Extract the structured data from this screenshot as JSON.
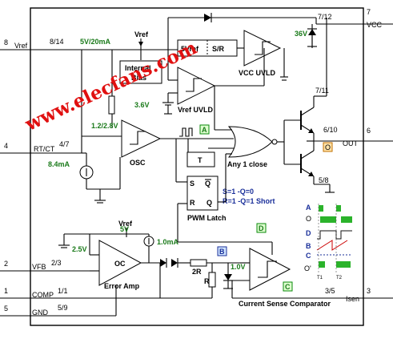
{
  "watermark": "www.elecfans.com",
  "pins": {
    "vref": {
      "num": "8",
      "name": "Vref",
      "alt": "8/14"
    },
    "rtct": {
      "num": "4",
      "name": "RT/CT",
      "alt": "4/7"
    },
    "vfb": {
      "num": "2",
      "name": "VFB",
      "alt": "2/3"
    },
    "comp": {
      "num": "1",
      "name": "COMP",
      "alt": "1/1"
    },
    "gnd": {
      "num": "5",
      "name": "GND",
      "alt": "5/9"
    },
    "vcc": {
      "num": "7",
      "name": "VCC",
      "alt": "7/12"
    },
    "out": {
      "num": "6",
      "name": "OUT",
      "alt": "6/10"
    },
    "isen": {
      "num": "3",
      "name": "Isen",
      "alt": "3/5"
    }
  },
  "labels": {
    "ref_out": "5V/20mA",
    "vref_tap1": "Vref",
    "vref_tap2": "Vref",
    "ref_block": "5Vref",
    "sr_block": "S/R",
    "internal_bias_1": "Internal",
    "internal_bias_2": "Bias",
    "vcc_uvlo": "VCC UVLD",
    "vref_uvlo": "Vref UVLD",
    "zener": "36V",
    "v36": "3.6V",
    "osc_thresh": "1.2/2.8V",
    "osc": "OSC",
    "current_84": "8.4mA",
    "any_close": "Any 1 close",
    "t_block": "T",
    "latch_s": "S",
    "latch_q1": "Q",
    "latch_r": "R",
    "latch_q2": "Q",
    "latch_eq1": "S=1 -Q=0",
    "latch_eq2": "R=1 -Q=1 Short",
    "pwm_latch": "PWM Latch",
    "v5": "5V",
    "v25": "2.5V",
    "i10": "1.0mA",
    "oc": "OC",
    "error_amp": "Error Amp",
    "r2": "2R",
    "r1": "R",
    "v10": "1.0V",
    "cs_comp": "Current Sense Comparator",
    "pin711": "7/11",
    "pin58": "5/8"
  },
  "nodes": {
    "A": "A",
    "B": "B",
    "C": "C",
    "D": "D",
    "O": "O"
  },
  "timing": {
    "rows": [
      "A",
      "O",
      "D",
      "B",
      "C",
      "O'"
    ],
    "t1": "T1",
    "t2": "T2"
  }
}
